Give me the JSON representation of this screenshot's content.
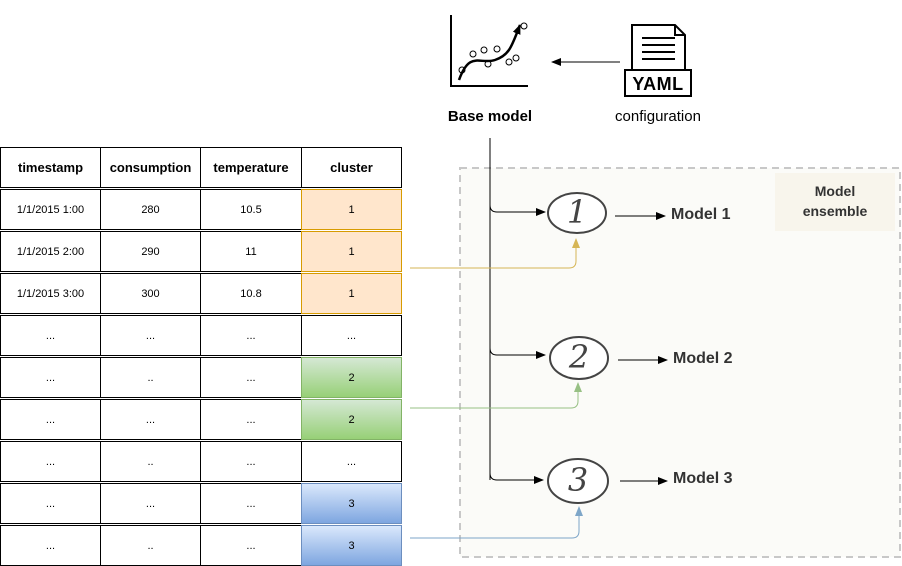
{
  "base_model": {
    "label": "Base model"
  },
  "config": {
    "badge": "YAML",
    "label": "configuration"
  },
  "ensemble": {
    "label_line1": "Model",
    "label_line2": "ensemble"
  },
  "models": [
    {
      "number": "1",
      "label": "Model 1"
    },
    {
      "number": "2",
      "label": "Model 2"
    },
    {
      "number": "3",
      "label": "Model 3"
    }
  ],
  "table": {
    "headers": [
      "timestamp",
      "consumption",
      "temperature",
      "cluster"
    ],
    "rows": [
      {
        "cells": [
          "1/1/2015 1:00",
          "280",
          "10.5",
          "1"
        ],
        "cluster_color": "orange"
      },
      {
        "cells": [
          "1/1/2015 2:00",
          "290",
          "11",
          "1"
        ],
        "cluster_color": "orange"
      },
      {
        "cells": [
          "1/1/2015 3:00",
          "300",
          "10.8",
          "1"
        ],
        "cluster_color": "orange"
      },
      {
        "cells": [
          "...",
          "...",
          "...",
          "..."
        ],
        "cluster_color": "none"
      },
      {
        "cells": [
          "...",
          "..",
          "...",
          "2"
        ],
        "cluster_color": "green"
      },
      {
        "cells": [
          "...",
          "...",
          "...",
          "2"
        ],
        "cluster_color": "green"
      },
      {
        "cells": [
          "...",
          "..",
          "...",
          "..."
        ],
        "cluster_color": "none"
      },
      {
        "cells": [
          "...",
          "...",
          "...",
          "3"
        ],
        "cluster_color": "blue"
      },
      {
        "cells": [
          "...",
          "..",
          "...",
          "3"
        ],
        "cluster_color": "blue"
      }
    ]
  },
  "colors": {
    "cluster1_arrow": "#d6b656",
    "cluster2_arrow": "#97c084",
    "cluster3_arrow": "#7ea6c8",
    "ensemble_bg": "#fbfbf8",
    "ensemble_label_bg": "#f8f5ec"
  }
}
